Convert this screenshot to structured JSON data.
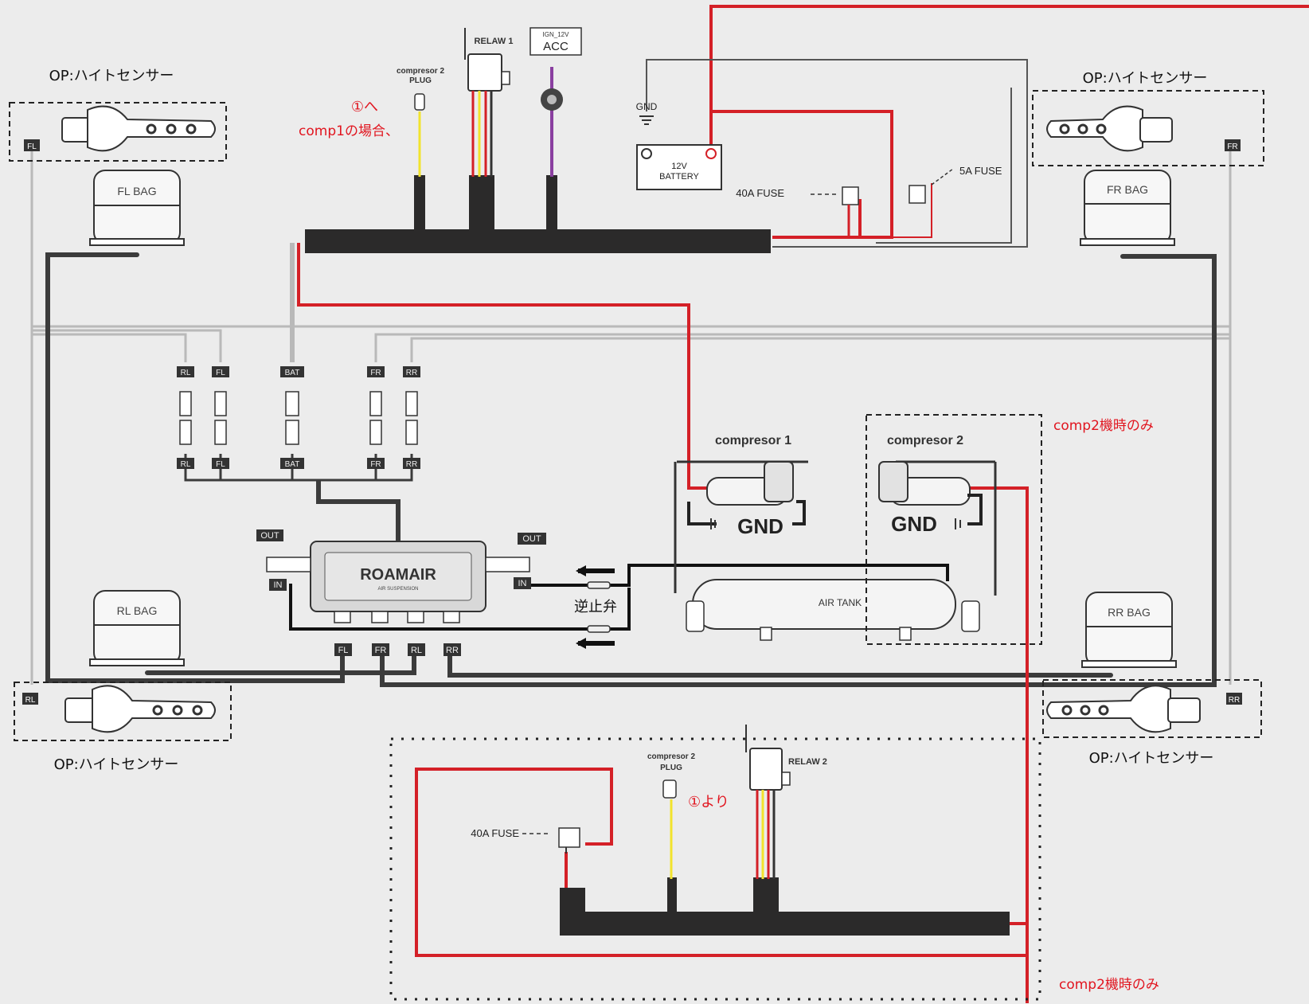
{
  "colors": {
    "background": "#ececec",
    "power_wire": "#d42027",
    "harness": "#2b2a2a",
    "air_line": "#3b3b3b",
    "sensor_wire": "#b9b9b9",
    "note_text": "#e1151f",
    "signal_yellow": "#f2e32d",
    "acc_purple": "#8a3fa0"
  },
  "height_sensor": {
    "label": "OP:ハイトセンサー",
    "tags": {
      "fl": "FL",
      "fr": "FR",
      "rl": "RL",
      "rr": "RR"
    }
  },
  "bags": {
    "fl": "FL BAG",
    "fr": "FR BAG",
    "rl": "RL BAG",
    "rr": "RR BAG"
  },
  "main_harness": {
    "compresor2_plug": {
      "line1": "compresor 2",
      "line2": "PLUG"
    },
    "relay1": "RELAW 1",
    "acc_header": "IGN_12V",
    "acc": "ACC",
    "note_to_1": "①へ",
    "note_comp1": "comp1の場合、",
    "gnd": "GND",
    "battery": {
      "line1": "12V",
      "line2": "BATTERY"
    },
    "fuse_40a": "40A FUSE",
    "fuse_5a": "5A FUSE"
  },
  "connectors": {
    "upper": [
      "RL",
      "FL",
      "BAT",
      "FR",
      "RR"
    ],
    "lower": [
      "RL",
      "FL",
      "BAT",
      "FR",
      "RR"
    ]
  },
  "manifold": {
    "brand": "ROAMAIR",
    "sub": "AIR SUSPENSION",
    "out": "OUT",
    "in": "IN",
    "ports": [
      "FL",
      "FR",
      "RL",
      "RR"
    ]
  },
  "check_valve": "逆止弁",
  "compressor1": {
    "title": "compresor 1",
    "gnd": "GND"
  },
  "compressor2": {
    "title": "compresor 2",
    "gnd": "GND",
    "note": "comp2機時のみ"
  },
  "air_tank": "AIR TANK",
  "sub_harness": {
    "compresor2_plug": {
      "line1": "compresor 2",
      "line2": "PLUG"
    },
    "relay2": "RELAW 2",
    "from_1": "①より",
    "fuse_40a": "40A FUSE",
    "note": "comp2機時のみ"
  },
  "icons": [
    "relay-icon",
    "fuse-icon",
    "ground-icon",
    "acc-switch-icon",
    "spade-plug-icon",
    "check-valve-arrow-icon"
  ]
}
